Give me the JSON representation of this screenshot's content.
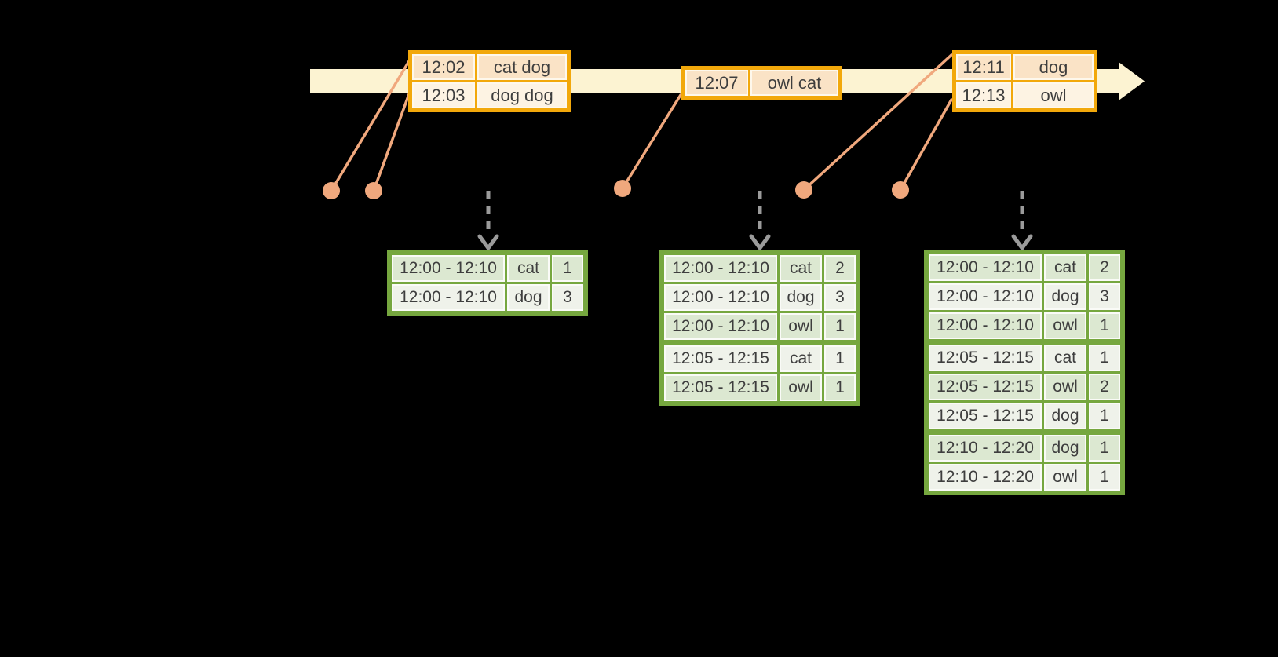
{
  "colors": {
    "background": "#000000",
    "timeline_band": "#FCF3D2",
    "event_table_border": "#F2A80B",
    "event_row_dark": "#FAE3C6",
    "event_row_light": "#FDF3E3",
    "event_cell_edge": "#FEF8EC",
    "result_table_border": "#76A73F",
    "result_row_dark": "#DCE8D1",
    "result_row_light": "#EFF2EA",
    "result_cell_edge": "#FAFBF7",
    "dot_and_leader": "#F0A87D",
    "dashed_arrow": "#9B9B9B",
    "text": "#3E3E3E"
  },
  "event_tables": [
    {
      "rows": [
        {
          "time": "12:02",
          "words": "cat dog"
        },
        {
          "time": "12:03",
          "words": "dog dog"
        }
      ]
    },
    {
      "rows": [
        {
          "time": "12:07",
          "words": "owl cat"
        }
      ]
    },
    {
      "rows": [
        {
          "time": "12:11",
          "words": "dog"
        },
        {
          "time": "12:13",
          "words": "owl"
        }
      ]
    }
  ],
  "result_tables": [
    {
      "rows": [
        {
          "window": "12:00 - 12:10",
          "word": "cat",
          "count": "1",
          "new_group": false
        },
        {
          "window": "12:00 - 12:10",
          "word": "dog",
          "count": "3",
          "new_group": false
        }
      ]
    },
    {
      "rows": [
        {
          "window": "12:00 - 12:10",
          "word": "cat",
          "count": "2",
          "new_group": false
        },
        {
          "window": "12:00 - 12:10",
          "word": "dog",
          "count": "3",
          "new_group": false
        },
        {
          "window": "12:00 - 12:10",
          "word": "owl",
          "count": "1",
          "new_group": false
        },
        {
          "window": "12:05 - 12:15",
          "word": "cat",
          "count": "1",
          "new_group": true
        },
        {
          "window": "12:05 - 12:15",
          "word": "owl",
          "count": "1",
          "new_group": false
        }
      ]
    },
    {
      "rows": [
        {
          "window": "12:00 - 12:10",
          "word": "cat",
          "count": "2",
          "new_group": false
        },
        {
          "window": "12:00 - 12:10",
          "word": "dog",
          "count": "3",
          "new_group": false
        },
        {
          "window": "12:00 - 12:10",
          "word": "owl",
          "count": "1",
          "new_group": false
        },
        {
          "window": "12:05 - 12:15",
          "word": "cat",
          "count": "1",
          "new_group": true
        },
        {
          "window": "12:05 - 12:15",
          "word": "owl",
          "count": "2",
          "new_group": false
        },
        {
          "window": "12:05 - 12:15",
          "word": "dog",
          "count": "1",
          "new_group": false
        },
        {
          "window": "12:10 - 12:20",
          "word": "dog",
          "count": "1",
          "new_group": true
        },
        {
          "window": "12:10 - 12:20",
          "word": "owl",
          "count": "1",
          "new_group": false
        }
      ]
    }
  ]
}
